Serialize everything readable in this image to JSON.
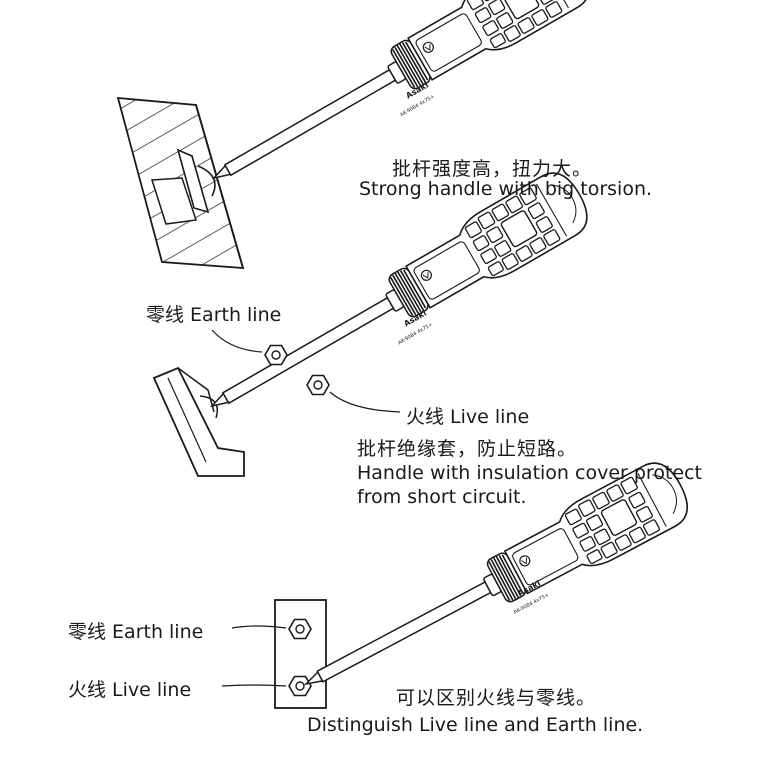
{
  "brand": "Asaki",
  "model_code": "AK-9084 4x75+",
  "panel1": {
    "caption_cn": "批杆强度高，扭力大。",
    "caption_en": "Strong handle with big torsion."
  },
  "panel2": {
    "earth_label": "零线 Earth line",
    "live_label": "火线  Live line",
    "caption_cn": "批杆绝缘套，防止短路。",
    "caption_en_1": "Handle with insulation cover protect",
    "caption_en_2": "from short circuit."
  },
  "panel3": {
    "earth_label": "零线 Earth line",
    "live_label": "火线 Live line",
    "caption_cn": "可以区别火线与零线。",
    "caption_en": "Distinguish Live line and Earth line."
  },
  "colors": {
    "ink": "#1a1a1a",
    "paper": "#ffffff"
  }
}
